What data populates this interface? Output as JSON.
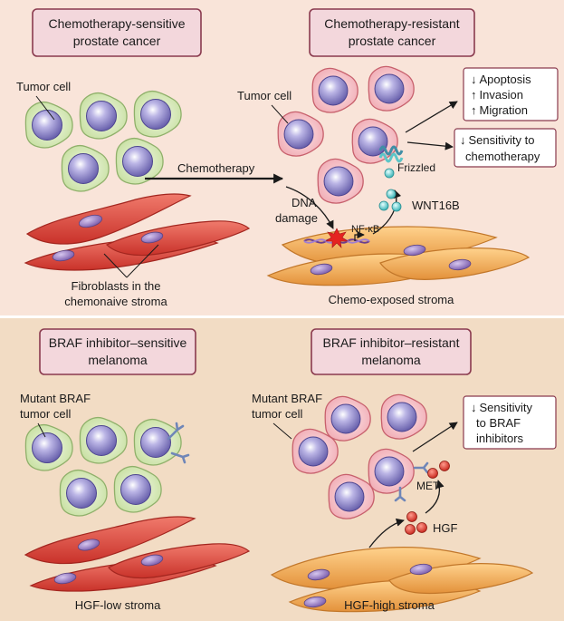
{
  "top_panel": {
    "left_title_line1": "Chemotherapy-sensitive",
    "left_title_line2": "prostate cancer",
    "right_title_line1": "Chemotherapy-resistant",
    "right_title_line2": "prostate cancer",
    "tumor_cell_left": "Tumor cell",
    "tumor_cell_right": "Tumor cell",
    "chemotherapy": "Chemotherapy",
    "dna_damage_line1": "DNA",
    "dna_damage_line2": "damage",
    "nfkb": "NF-κB",
    "wnt16b": "WNT16B",
    "frizzled": "Frizzled",
    "effects": {
      "apoptosis": "Apoptosis",
      "invasion": "Invasion",
      "migration": "Migration"
    },
    "sensitivity_line1": "Sensitivity to",
    "sensitivity_line2": "chemotherapy",
    "fibroblasts_line1": "Fibroblasts in the",
    "fibroblasts_line2": "chemonaive stroma",
    "chemo_exposed_stroma": "Chemo-exposed stroma"
  },
  "bottom_panel": {
    "left_title_line1": "BRAF inhibitor–sensitive",
    "left_title_line2": "melanoma",
    "right_title_line1": "BRAF inhibitor–resistant",
    "right_title_line2": "melanoma",
    "mutant_left_line1": "Mutant BRAF",
    "mutant_left_line2": "tumor cell",
    "mutant_right_line1": "Mutant BRAF",
    "mutant_right_line2": "tumor cell",
    "met": "MET",
    "hgf": "HGF",
    "sensitivity_line1": "Sensitivity",
    "sensitivity_line2": "to BRAF",
    "sensitivity_line3": "inhibitors",
    "hgf_low_stroma": "HGF-low stroma",
    "hgf_high_stroma": "HGF-high stroma"
  },
  "glyphs": {
    "down": "↓",
    "up": "↑"
  },
  "colors": {
    "top_bg": "#f9e4d9",
    "bottom_bg": "#f2dcc4",
    "title_box": "#f3d7dc",
    "title_border": "#8a3a4e",
    "green_cell": "#dbecc2",
    "green_cell_border": "#8fb06a",
    "red_cell": "#f5c6cc",
    "red_cell_border": "#c7606c",
    "nucleus": "#8c86c4",
    "fibroblast_red": "#d9443a",
    "fibroblast_orange": "#f0a550",
    "teal": "#5cc6c8",
    "red_dot": "#d93a2f",
    "receptor": "#6f86b8"
  }
}
